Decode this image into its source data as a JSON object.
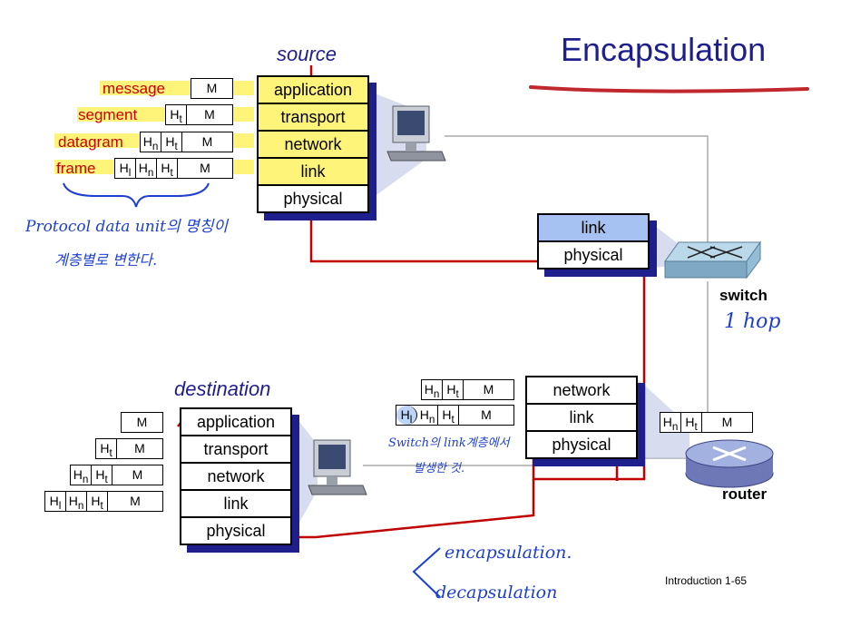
{
  "title": "Encapsulation",
  "source_label": "source",
  "destination_label": "destination",
  "source_stack": [
    "application",
    "transport",
    "network",
    "link",
    "physical"
  ],
  "dest_stack": [
    "application",
    "transport",
    "network",
    "link",
    "physical"
  ],
  "switch_stack": [
    "link",
    "physical"
  ],
  "router_stack": [
    "network",
    "link",
    "physical"
  ],
  "pdu_labels": [
    "message",
    "segment",
    "datagram",
    "frame"
  ],
  "headers": {
    "l": "H",
    "l_sub": "l",
    "n": "H",
    "n_sub": "n",
    "t": "H",
    "t_sub": "t",
    "m": "M"
  },
  "switch_label": "switch",
  "switch_note": "1 hop",
  "router_label": "router",
  "note_pdu_line1": "Protocol data unit의 명칭이",
  "note_pdu_line2": "계층별로 변한다.",
  "note_switch_line1": "Switch의 link계층에서",
  "note_switch_line2": "발생한 것.",
  "note_enc": "encapsulation.",
  "note_dec": "decapsulation",
  "footer": "Introduction 1-65",
  "colors": {
    "title": "#1f1f8c",
    "flow": "#c00000",
    "highlight": "#fff47a",
    "pen": "#1d3fcf"
  }
}
